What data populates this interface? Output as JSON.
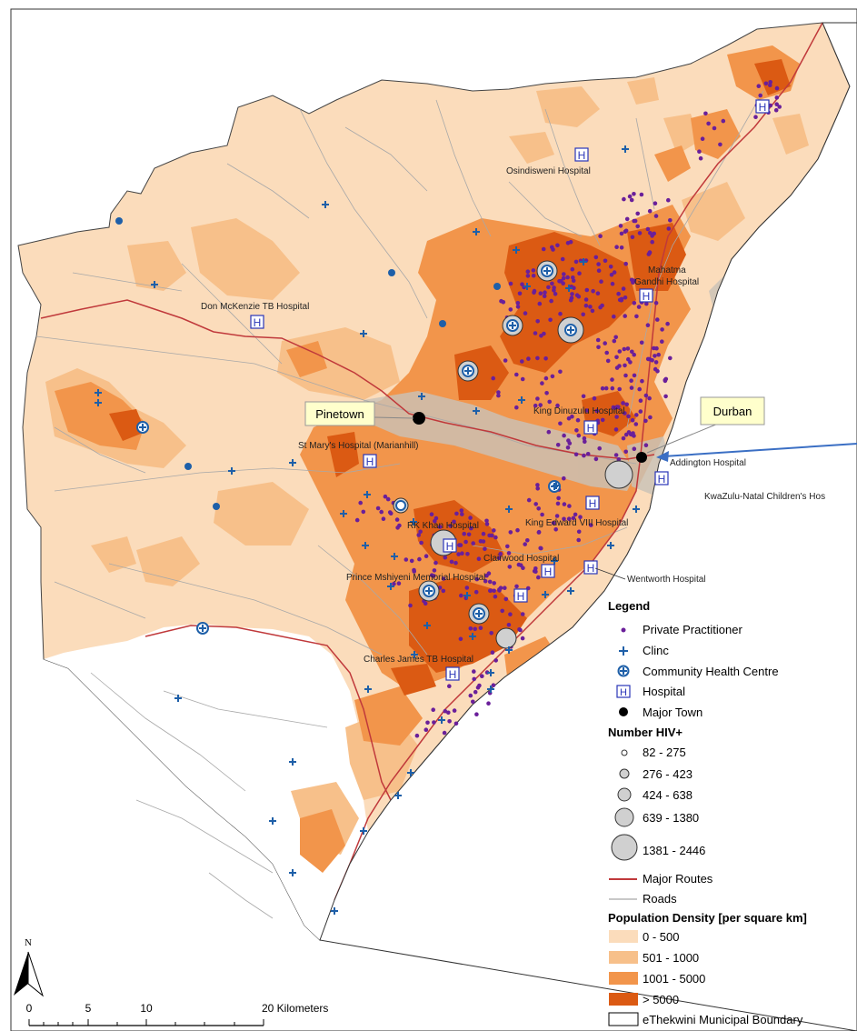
{
  "towns": [
    "Pinetown",
    "Durban"
  ],
  "hospital_labels": [
    "Osindisweni Hospital",
    "Don McKenzie TB Hospital",
    "Mahatma",
    "Gandhi Hospital",
    "King Dinuzulu Hospital",
    "St Mary's Hospital (Marianhill)",
    "Addington Hospital",
    "KwaZulu-Natal Children's Hos",
    "RK Khan Hospital",
    "King Edward VIII Hospital",
    "Clairwood Hospital",
    "Prince Mshiyeni Memorial Hospital",
    "Wentworth Hospital",
    "Charles James TB Hospital"
  ],
  "legend": {
    "title": "Legend",
    "facilities": [
      {
        "label": "Private Practitioner",
        "icon": "private-practitioner-icon"
      },
      {
        "label": "Clinc",
        "icon": "clinic-cross-icon"
      },
      {
        "label": "Community Health Centre",
        "icon": "community-health-centre-icon"
      },
      {
        "label": "Hospital",
        "icon": "hospital-h-icon"
      },
      {
        "label": "Major Town",
        "icon": "major-town-icon"
      }
    ],
    "hiv_title": "Number HIV+",
    "hiv_classes": [
      "82 - 275",
      "276 - 423",
      "424 - 638",
      "639 - 1380",
      "1381 - 2446"
    ],
    "lines": [
      {
        "label": "Major Routes",
        "color": "#c0393b"
      },
      {
        "label": "Roads",
        "color": "#c8c8c8"
      }
    ],
    "density_title": "Population Density [per square km]",
    "density_classes": [
      {
        "label": "0 - 500",
        "color": "#fbdcbb"
      },
      {
        "label": "501 - 1000",
        "color": "#f7c08a"
      },
      {
        "label": "1001 - 5000",
        "color": "#f2954b"
      },
      {
        "label": "> 5000",
        "color": "#db5a13"
      }
    ],
    "boundary_label": "eThekwini Municipal Boundary"
  },
  "scale_bar": {
    "ticks": [
      "0",
      "5",
      "10",
      "20"
    ],
    "unit_label": "20 Kilometers"
  },
  "north_label": "N",
  "colors": {
    "facility_blue": "#1e5fa8",
    "private_purple": "#6a1f9a",
    "hospital_blue": "#2a35b8",
    "route_red": "#c0393b",
    "callout_fill": "#ffffcc",
    "arrow_blue": "#3b6fc4"
  }
}
